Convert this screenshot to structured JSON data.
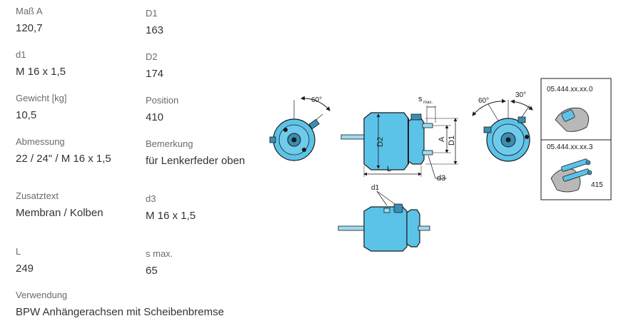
{
  "specs": [
    {
      "label": "Maß A",
      "value": "120,7"
    },
    {
      "label": "D1",
      "value": "163"
    },
    {
      "label": "d1",
      "value": "M 16 x 1,5"
    },
    {
      "label": "D2",
      "value": "174"
    },
    {
      "label": "Gewicht [kg]",
      "value": "10,5"
    },
    {
      "label": "Position",
      "value": "410"
    },
    {
      "label": "Abmessung",
      "value": "22 / 24\" / M 16 x 1,5"
    },
    {
      "label": "Bemerkung",
      "value": "für Lenkerfeder oben"
    },
    {
      "label": "Zusatztext",
      "value": "Membran / Kolben"
    },
    {
      "label": "d3",
      "value": "M 16 x 1,5"
    },
    {
      "label": "L",
      "value": "249"
    },
    {
      "label": "s max.",
      "value": "65"
    },
    {
      "label": "Verwendung",
      "value": "BPW Anhängerachsen mit Scheibenbremse"
    }
  ],
  "drawing": {
    "angle_left": "60°",
    "angle_right_a": "60°",
    "angle_right_b": "30°",
    "dim_s": "s",
    "dim_s_sub": "max.",
    "dim_a": "A",
    "dim_d1": "D1",
    "dim_d2": "D2",
    "dim_l": "L",
    "dim_d3": "d3",
    "dim_d1_small": "d1",
    "variant_1": "05.444.xx.xx.0",
    "variant_2": "05.444.xx.xx.3",
    "variant_2_pos": "415"
  },
  "colors": {
    "part_fill": "#5cc3e8",
    "part_fill_light": "#9ddcf3",
    "line": "#1a1a1a"
  }
}
